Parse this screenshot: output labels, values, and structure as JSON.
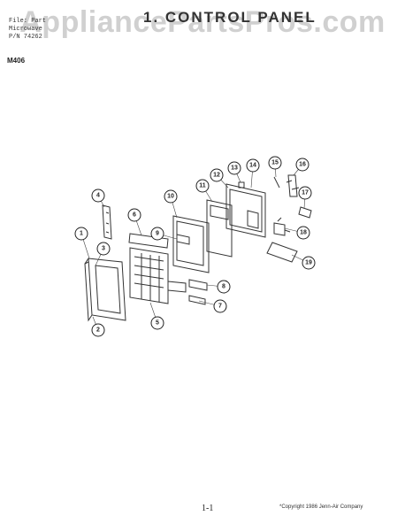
{
  "header": {
    "line1": "File: Part",
    "line2": "Microwave",
    "line3": "P/N 74262",
    "model": "M406",
    "title": "1. CONTROL PANEL"
  },
  "watermark": "AppliancePartsPros.com",
  "footer": {
    "page_number": "1-1",
    "copyright": "*Copyright 1986 Jenn-Air Company"
  },
  "callouts": [
    "1",
    "2",
    "3",
    "4",
    "5",
    "6",
    "7",
    "8",
    "9",
    "10",
    "11",
    "12",
    "13",
    "14",
    "15",
    "16",
    "17",
    "18",
    "19"
  ]
}
